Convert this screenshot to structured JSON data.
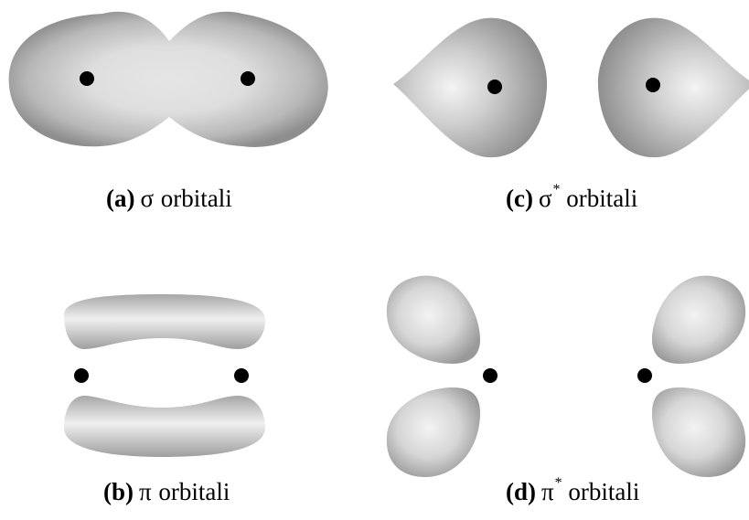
{
  "captions": {
    "a": {
      "label": "(a)",
      "symbol": "σ",
      "superscript": "",
      "word": "orbitali"
    },
    "c": {
      "label": "(c)",
      "symbol": "σ",
      "superscript": "*",
      "word": "orbitali"
    },
    "b": {
      "label": "(b)",
      "symbol": "π",
      "superscript": "",
      "word": "orbitali"
    },
    "d": {
      "label": "(d)",
      "symbol": "π",
      "superscript": "*",
      "word": "orbitali"
    }
  },
  "colors": {
    "lobe_edge": "#8c8c8c",
    "lobe_center": "#f2f2f2",
    "nucleus": "#000000",
    "background": "#ffffff"
  }
}
